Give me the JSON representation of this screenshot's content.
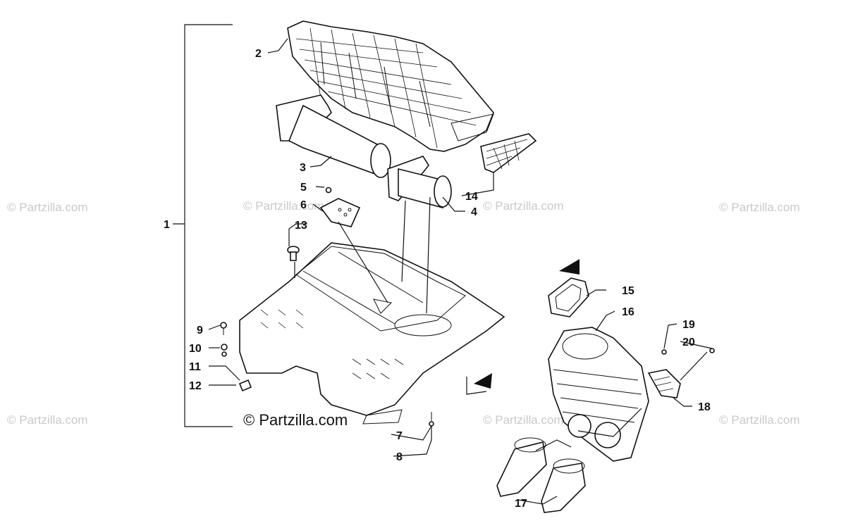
{
  "watermarks": [
    {
      "id": "wm-1",
      "text": "© Partzilla.com"
    },
    {
      "id": "wm-2",
      "text": "© Partzilla.com"
    },
    {
      "id": "wm-3",
      "text": "© Partzilla.com"
    },
    {
      "id": "wm-4",
      "text": "© Partzilla.com"
    },
    {
      "id": "wm-5",
      "text": "© Partzilla.com"
    },
    {
      "id": "wm-6",
      "text": "© Partzilla.com"
    },
    {
      "id": "wm-7",
      "text": "© Partzilla.com"
    }
  ],
  "credit": "© Partzilla.com",
  "callouts": {
    "c1": "1",
    "c2": "2",
    "c3": "3",
    "c4": "4",
    "c5": "5",
    "c6": "6",
    "c7": "7",
    "c8": "8",
    "c9": "9",
    "c10": "10",
    "c11": "11",
    "c12": "12",
    "c13": "13",
    "c14": "14",
    "c15": "15",
    "c16": "16",
    "c17": "17",
    "c18": "18",
    "c19": "19",
    "c20": "20"
  }
}
